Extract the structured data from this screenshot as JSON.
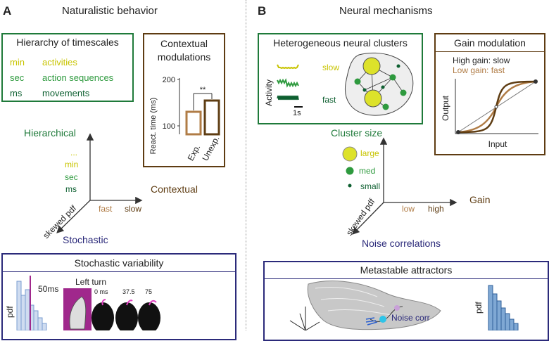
{
  "panelA": {
    "letter": "A",
    "title": "Naturalistic behavior",
    "hierarchy_box": {
      "title": "Hierarchy of timescales",
      "rows": [
        {
          "scale": "min",
          "label": "activities"
        },
        {
          "scale": "sec",
          "label": "action sequences"
        },
        {
          "scale": "ms",
          "label": "movements"
        }
      ]
    },
    "context_box": {
      "title_line1": "Contextual",
      "title_line2": "modulations",
      "ylabel": "React. time (ms)",
      "ytick_top": "200",
      "ytick_bottom": "100",
      "significance": "**",
      "xlabel_1": "Exp.",
      "xlabel_2": "Unexp."
    },
    "axes": {
      "hierarchical": "Hierarchical",
      "dots": "...",
      "min": "min",
      "sec": "sec",
      "ms": "ms",
      "contextual": "Contextual",
      "fast": "fast",
      "slow": "slow",
      "skewed": "skewed pdf",
      "stochastic": "Stochastic"
    },
    "stochastic_box": {
      "title": "Stochastic variability",
      "pdf": "pdf",
      "ms50": "50ms",
      "left_turn": "Left turn",
      "t0": "0 ms",
      "t1": "37.5",
      "t2": "75"
    }
  },
  "panelB": {
    "letter": "B",
    "title": "Neural mechanisms",
    "clusters_box": {
      "title": "Heterogeneous neural clusters",
      "activity": "Activity",
      "slow": "slow",
      "fast": "fast",
      "scalebar": "1s"
    },
    "gain_box": {
      "title": "Gain modulation",
      "high": "High gain: slow",
      "low": "Low gain: fast",
      "ylabel": "Output",
      "xlabel": "Input"
    },
    "axes": {
      "cluster_size": "Cluster size",
      "large": "large",
      "med": "med",
      "small": "small",
      "low": "low",
      "high": "high",
      "gain": "Gain",
      "skewed": "skewed pdf",
      "noise": "Noise correlations"
    },
    "metastable_box": {
      "title": "Metastable attractors",
      "noise_corr": "Noise corr",
      "pdf": "pdf"
    }
  },
  "colors": {
    "green": "#1f7a3a",
    "brown": "#5e3c12",
    "navy": "#2b2a7a",
    "yellow": "#c8c400",
    "tan": "#b07c46"
  }
}
